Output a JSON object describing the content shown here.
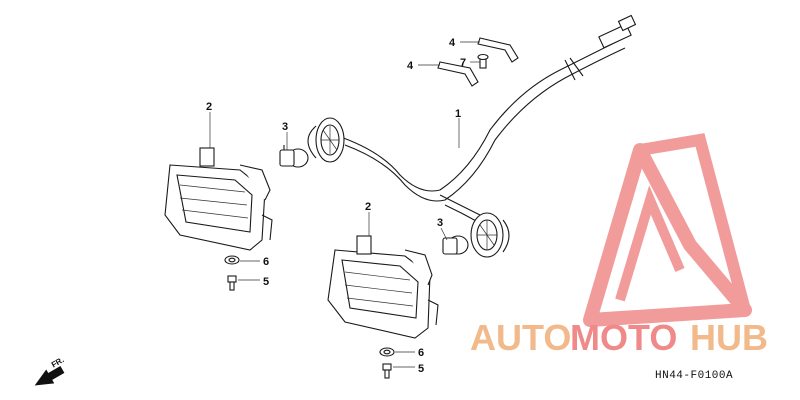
{
  "callouts": {
    "c1": "1",
    "c2a": "2",
    "c2b": "2",
    "c3a": "3",
    "c3b": "3",
    "c4a": "4",
    "c4b": "4",
    "c5a": "5",
    "c5b": "5",
    "c6a": "6",
    "c6b": "6",
    "c7": "7"
  },
  "front_marker": "FR.",
  "diagram_code": "HN44-F0100A",
  "watermark": {
    "part1": "AUTO",
    "part2": "MOTO",
    "part3": "HUB",
    "color_orange": "#f2b98a",
    "color_red": "#f08a8a"
  }
}
